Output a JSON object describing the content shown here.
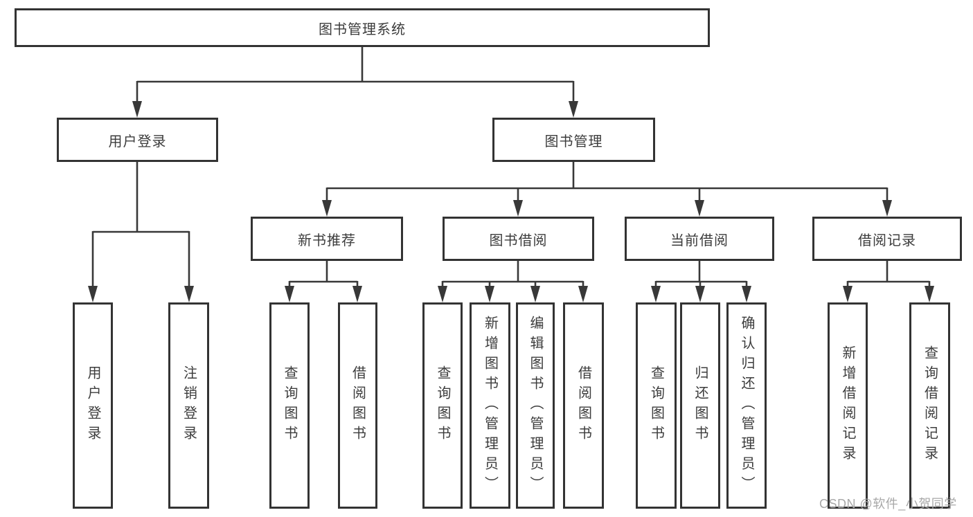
{
  "diagram": {
    "root": "图书管理系统",
    "user_login": {
      "label": "用户登录",
      "children": [
        "用户登录",
        "注销登录"
      ]
    },
    "book_management": {
      "label": "图书管理",
      "groups": [
        {
          "label": "新书推荐",
          "children": [
            "查询图书",
            "借阅图书"
          ]
        },
        {
          "label": "图书借阅",
          "children": [
            "查询图书",
            "新增图书（管理员）",
            "编辑图书（管理员）",
            "借阅图书"
          ]
        },
        {
          "label": "当前借阅",
          "children": [
            "查询图书",
            "归还图书",
            "确认归还（管理员）"
          ]
        },
        {
          "label": "借阅记录",
          "children": [
            "新增借阅记录",
            "查询借阅记录"
          ]
        }
      ]
    }
  },
  "watermark": "CSDN @软件_小贺同学",
  "colors": {
    "line": "#383838",
    "box_border": "#333333",
    "text": "#3c3c3c",
    "watermark": "#a8a8a8",
    "background": "#ffffff"
  }
}
